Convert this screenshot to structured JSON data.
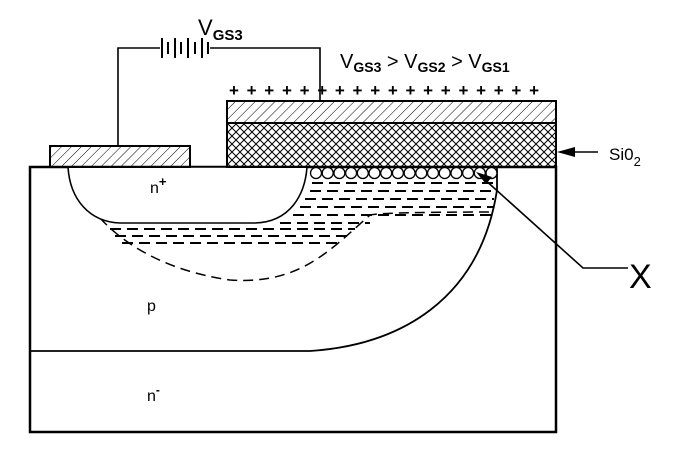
{
  "labels": {
    "battery_label": "V",
    "battery_sub": "GS3",
    "relation": [
      {
        "main": "V",
        "sub": "GS3"
      },
      {
        "main": " > V",
        "sub": "GS2"
      },
      {
        "main": " > V",
        "sub": "GS1"
      }
    ],
    "oxide_main": "Si0",
    "oxide_sub": "2",
    "source_main": "n",
    "source_sup": "+",
    "body": "p",
    "drift_main": "n",
    "drift_sup": "-",
    "callout": "X"
  },
  "gate_charges": "+ + + + + + + + + + + + + + + + + +",
  "colors": {
    "stroke": "#000000",
    "background": "#ffffff"
  }
}
